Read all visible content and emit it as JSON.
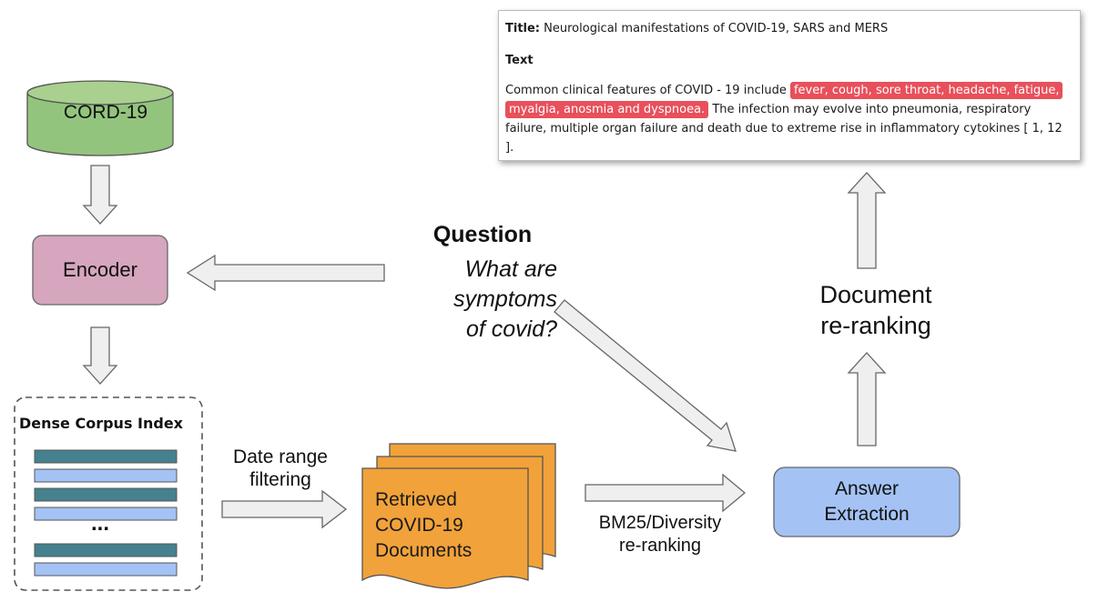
{
  "database": {
    "label": "CORD-19"
  },
  "encoder": {
    "label": "Encoder"
  },
  "dense_index": {
    "title": "Dense Corpus Index",
    "ellipsis": "..."
  },
  "date_filter": {
    "line1": "Date range",
    "line2": "filtering"
  },
  "retrieved": {
    "line1": "Retrieved",
    "line2": "COVID-19",
    "line3": "Documents"
  },
  "bm25": {
    "line1": "BM25/Diversity",
    "line2": "re-ranking"
  },
  "answer_extraction": {
    "line1": "Answer",
    "line2": "Extraction"
  },
  "question": {
    "heading": "Question",
    "line1": "What are",
    "line2": "symptoms",
    "line3": "of covid?"
  },
  "document_reranking": {
    "line1": "Document",
    "line2": "re-ranking"
  },
  "document_card": {
    "title_label": "Title:",
    "title": "Neurological manifestations of COVID-19, SARS and MERS",
    "text_heading": "Text",
    "text_before": "Common clinical features of COVID - 19 include",
    "highlight": "fever, cough, sore throat, headache, fatigue, myalgia, anosmia and dyspnoea.",
    "text_after": "The infection may evolve into pneumonia, respiratory failure, multiple organ failure and death due to extreme rise in inflammatory cytokines [ 1, 12 ]."
  },
  "colors": {
    "database_fill": "#93c47d",
    "encoder_fill": "#d5a6bd",
    "answer_fill": "#a4c2f4",
    "documents_fill": "#f1a23a",
    "index_bar_dark": "#45818e",
    "index_bar_light": "#a4c2f4",
    "highlight": "#e8505b",
    "arrow_fill": "#efefef"
  }
}
